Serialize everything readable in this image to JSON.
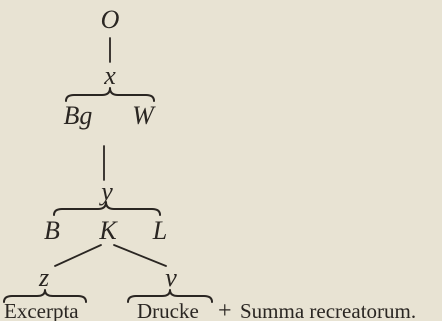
{
  "nodes": {
    "o": "O",
    "x": "x",
    "bg": "Bg",
    "w": "W",
    "y": "y",
    "b": "B",
    "k": "K",
    "l": "L",
    "z": "z",
    "v": "v"
  },
  "labels": {
    "excerpta": "Excerpta",
    "drucke": "Drucke",
    "plus": "+",
    "summa": "Summa recreatorum."
  }
}
